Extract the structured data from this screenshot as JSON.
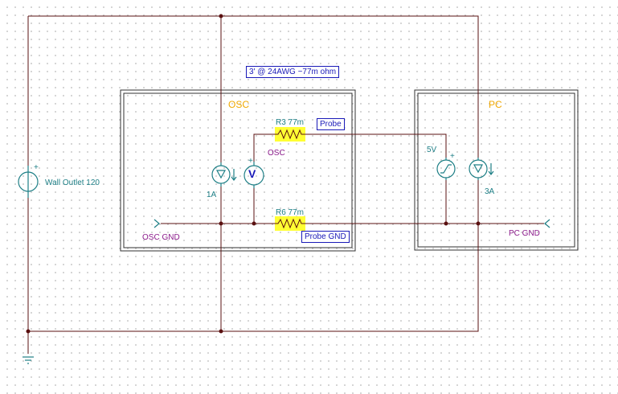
{
  "note": "3' @ 24AWG ~77m ohm",
  "blocks": {
    "osc_title": "OSC",
    "pc_title": "PC"
  },
  "components": {
    "wall_outlet": "Wall Outlet 120",
    "osc_current_source": "1A",
    "pc_current_source": "3A",
    "pc_voltage_source": "5V",
    "r3": "R3 77m",
    "r6": "R6 77m",
    "voltmeter_symbol": "V",
    "voltmeter_label": "OSC",
    "plus": "+"
  },
  "nets": {
    "probe": "Probe",
    "probe_gnd": "Probe GND",
    "osc_gnd": "OSC GND",
    "pc_gnd": "PC GND"
  },
  "colors": {
    "wire": "#5a1010",
    "component": "#1e7f86",
    "net_label": "#8b1a8b",
    "block_title": "#f0a800",
    "boxed_label": "#1a1ab8",
    "resistor_highlight": "#ffff33"
  }
}
